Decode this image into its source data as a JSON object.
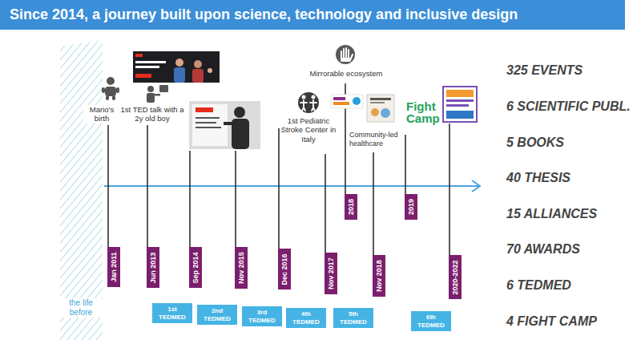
{
  "diagram": {
    "title": "Since 2014, a journey built upon science, technology and inclusive design",
    "nodes": [
      {
        "text": [
          "Jan 2011"
        ]
      },
      {
        "text": [
          "Jun 2013"
        ]
      },
      {
        "text": [
          "Sep 2014"
        ]
      },
      {
        "text": [
          "Nov 2015"
        ]
      },
      {
        "text": [
          "Dec 2016"
        ]
      },
      {
        "text": [
          "Nov 2017"
        ]
      },
      {
        "text": [
          "2018"
        ]
      },
      {
        "text": [
          "Nov 2018"
        ]
      },
      {
        "text": [
          "2019"
        ]
      },
      {
        "text": [
          "2020-2022"
        ]
      },
      {
        "text": [
          "1st TEDMED"
        ]
      },
      {
        "text": [
          "2nd TEDMED"
        ]
      },
      {
        "text": [
          "3rd TEDMED"
        ]
      },
      {
        "text": [
          "4th TEDMED"
        ]
      },
      {
        "text": [
          "5th TEDMED"
        ]
      },
      {
        "text": [
          "6th TEDMED"
        ]
      }
    ],
    "labels": [
      "Mario's birth",
      "1st TED talk with a 2y old boy",
      "Mirrorable ecosystem",
      "1st Pediatric Stroke Center in Italy",
      "Community-led healthcare",
      "Fight Camp",
      "the life before",
      "325 EVENTS",
      "6 SCIENTIFIC PUBL.",
      "5 BOOKS",
      "40 THESIS",
      "15 ALLIANCES",
      "70 AWARDS",
      "6 TEDMED",
      "4 FIGHT CAMP"
    ]
  }
}
